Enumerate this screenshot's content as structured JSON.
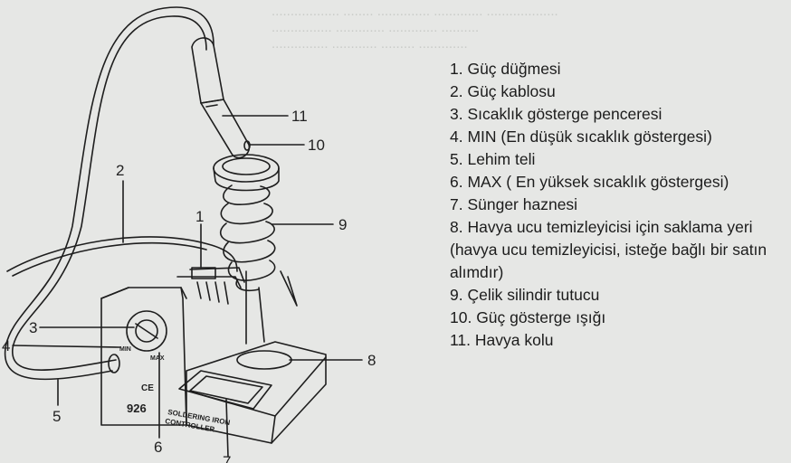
{
  "legend": [
    "1. Güç düğmesi",
    "2. Güç kablosu",
    "3. Sıcaklık gösterge penceresi",
    "4. MIN (En düşük sıcaklık göstergesi)",
    "5. Lehim teli",
    "6. MAX ( En yüksek sıcaklık göstergesi)",
    "7. Sünger haznesi",
    "8. Havya ucu temizleyicisi için saklama yeri (havya ucu temizleyicisi, isteğe bağlı bir satın alımdır)",
    "9. Çelik silindir tutucu",
    "10. Güç gösterge ışığı",
    "11. Havya kolu"
  ],
  "callouts": {
    "n1": "1",
    "n2": "2",
    "n3": "3",
    "n4": "4",
    "n5": "5",
    "n6": "6",
    "n7": "7",
    "n8": "8",
    "n9": "9",
    "n10": "10",
    "n11": "11"
  },
  "device": {
    "model": "926",
    "brand_line1": "SOLDERING IRON",
    "brand_line2": "CONTROLLER",
    "min_label": "MIN",
    "max_label": "MAX",
    "ce_mark": "CE"
  },
  "colors": {
    "background": "#e6e7e5",
    "ink": "#1e1e1e"
  }
}
